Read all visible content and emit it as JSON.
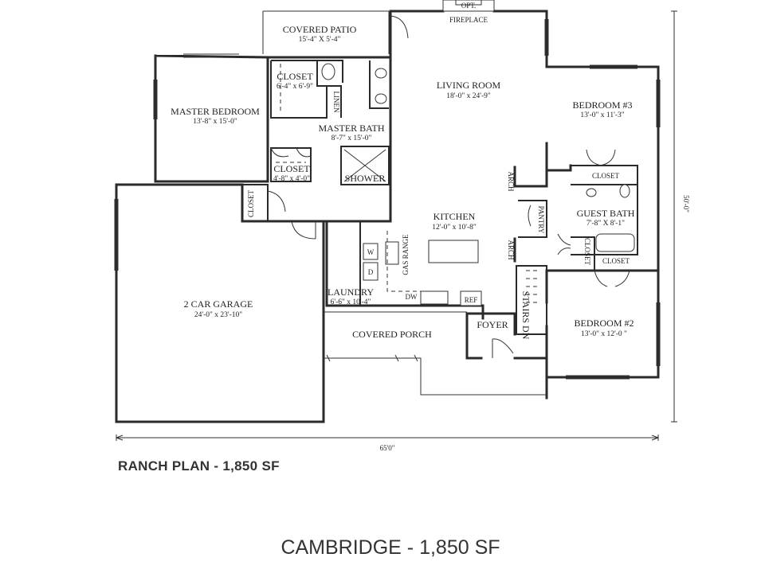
{
  "rooms": {
    "covered_patio": {
      "name": "COVERED PATIO",
      "dims": "15'-4\" X 5'-4\""
    },
    "opt": {
      "name": "OPT."
    },
    "fireplace": {
      "name": "FIREPLACE"
    },
    "closet_master": {
      "name": "CLOSET",
      "dims": "6'-4\" x 6'-9\""
    },
    "linen": {
      "name": "LINEN"
    },
    "master_bedroom": {
      "name": "MASTER BEDROOM",
      "dims": "13'-8\" x 15'-0\""
    },
    "master_bath": {
      "name": "MASTER BATH",
      "dims": "8'-7\" x 15'-0\""
    },
    "closet_small": {
      "name": "CLOSET",
      "dims": "4'-8\" x 4'-0\""
    },
    "shower": {
      "name": "SHOWER"
    },
    "living_room": {
      "name": "LIVING ROOM",
      "dims": "18'-0\" x 24'-9\""
    },
    "bedroom3": {
      "name": "BEDROOM #3",
      "dims": "13'-0\" x 11'-3\""
    },
    "closet_b3": {
      "name": "CLOSET"
    },
    "closet_garage": {
      "name": "CLOSET"
    },
    "arch_upper": {
      "name": "ARCH"
    },
    "arch_lower": {
      "name": "ARCH"
    },
    "kitchen": {
      "name": "KITCHEN",
      "dims": "12'-0\" x 10'-8\""
    },
    "pantry": {
      "name": "PANTRY"
    },
    "guest_bath": {
      "name": "GUEST BATH",
      "dims": "7'-8\" X 8'-1\""
    },
    "closet_guest": {
      "name": "CLOSET"
    },
    "closet_b2": {
      "name": "CLOSET"
    },
    "gas_range": {
      "name": "GAS RANGE"
    },
    "w": {
      "name": "W"
    },
    "d": {
      "name": "D"
    },
    "laundry": {
      "name": "LAUNDRY",
      "dims": "6'-6\" x 10'-4\""
    },
    "dw": {
      "name": "DW"
    },
    "ref": {
      "name": "REF"
    },
    "stairs": {
      "name": "STAIRS DN"
    },
    "garage": {
      "name": "2 CAR GARAGE",
      "dims": "24'-0\" x 23'-10\""
    },
    "covered_porch": {
      "name": "COVERED PORCH"
    },
    "foyer": {
      "name": "FOYER"
    },
    "bedroom2": {
      "name": "BEDROOM #2",
      "dims": "13'-0\" x 12'-0 \""
    }
  },
  "dimensions": {
    "width": "65'0\"",
    "depth": "50'-0\""
  },
  "plan_label": "RANCH PLAN - 1,850 SF",
  "plan_name": "CAMBRIDGE - 1,850 SF"
}
